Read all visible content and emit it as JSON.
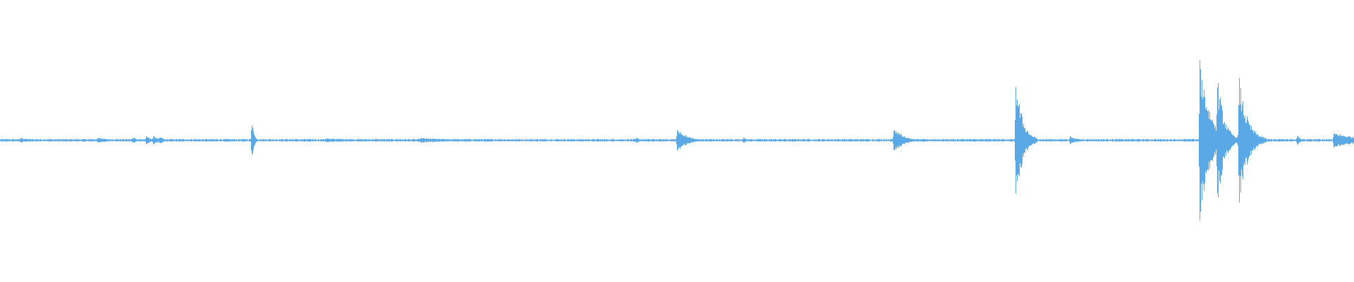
{
  "waveform": {
    "color": "#5aa9e6",
    "background": "#ffffff",
    "duration_fraction_note_free": true,
    "events": [
      {
        "t": 0.015,
        "amp": 0.02,
        "width": 0.012
      },
      {
        "t": 0.072,
        "amp": 0.02,
        "width": 0.016
      },
      {
        "t": 0.098,
        "amp": 0.03,
        "width": 0.004
      },
      {
        "t": 0.108,
        "amp": 0.04,
        "width": 0.004
      },
      {
        "t": 0.113,
        "amp": 0.04,
        "width": 0.006
      },
      {
        "t": 0.118,
        "amp": 0.035,
        "width": 0.004
      },
      {
        "t": 0.186,
        "amp": 0.18,
        "width": 0.002
      },
      {
        "t": 0.24,
        "amp": 0.015,
        "width": 0.05
      },
      {
        "t": 0.31,
        "amp": 0.02,
        "width": 0.04
      },
      {
        "t": 0.47,
        "amp": 0.025,
        "width": 0.003
      },
      {
        "t": 0.5,
        "amp": 0.11,
        "width": 0.01
      },
      {
        "t": 0.549,
        "amp": 0.03,
        "width": 0.002
      },
      {
        "t": 0.66,
        "amp": 0.11,
        "width": 0.01
      },
      {
        "t": 0.75,
        "amp": 0.49,
        "width": 0.008
      },
      {
        "t": 0.79,
        "amp": 0.03,
        "width": 0.01
      },
      {
        "t": 0.886,
        "amp": 0.65,
        "width": 0.012
      },
      {
        "t": 0.899,
        "amp": 0.5,
        "width": 0.008
      },
      {
        "t": 0.915,
        "amp": 0.48,
        "width": 0.01
      },
      {
        "t": 0.958,
        "amp": 0.04,
        "width": 0.004
      },
      {
        "t": 0.985,
        "amp": 0.06,
        "width": 0.03
      }
    ]
  }
}
